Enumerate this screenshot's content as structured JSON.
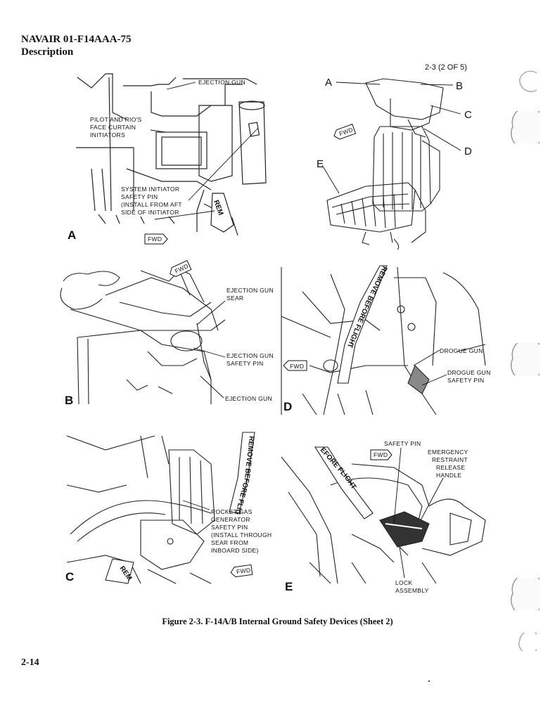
{
  "header": {
    "doc_id": "NAVAIR 01-F14AAA-75",
    "section": "Description"
  },
  "sheet_ref": "2-3 (2 OF 5)",
  "panels": {
    "A": {
      "letter": "A",
      "labels": {
        "ejection_gun": "EJECTION GUN",
        "face_curtain": [
          "PILOT AND RIO'S",
          "FACE CURTAIN",
          "INITIATORS"
        ],
        "system_initiator": [
          "SYSTEM INITIATOR",
          "SAFETY PIN",
          "(INSTALL FROM AFT",
          "SIDE OF INITIATOR"
        ],
        "tag": "REM",
        "fwd": "FWD"
      }
    },
    "seat": {
      "letters": {
        "A": "A",
        "B": "B",
        "C": "C",
        "D": "D",
        "E": "E"
      },
      "fwd": "FWD"
    },
    "B": {
      "letter": "B",
      "labels": {
        "sear": [
          "EJECTION GUN",
          "SEAR"
        ],
        "safety_pin": [
          "EJECTION GUN",
          "SAFETY PIN"
        ],
        "gun": "EJECTION GUN",
        "fwd": "FWD"
      }
    },
    "D": {
      "letter": "D",
      "labels": {
        "drogue_gun": "DROGUE GUN",
        "drogue_pin": [
          "DROGUE GUN",
          "SAFETY PIN"
        ],
        "remove_band": "REMOVE BEFORE FLIGHT",
        "fwd": "FWD"
      }
    },
    "C": {
      "letter": "C",
      "labels": {
        "rocket": [
          "ROCKET GAS",
          "GENERATOR",
          "SAFETY PIN",
          "(INSTALL THROUGH",
          "SEAR FROM",
          "INBOARD SIDE)"
        ],
        "band": "REMOVE BEFORE FLIGHT",
        "tag": "REM",
        "fwd": "FWD"
      }
    },
    "E": {
      "letter": "E",
      "labels": {
        "safety_pin": "SAFETY PIN",
        "emergency": [
          "EMERGENCY",
          "RESTRAINT",
          "RELEASE",
          "HANDLE"
        ],
        "lock": [
          "LOCK",
          "ASSEMBLY"
        ],
        "band": "EFORE FLIGHT",
        "fwd": "FWD"
      }
    }
  },
  "caption": "Figure 2-3. F-14A/B Internal Ground Safety Devices (Sheet 2)",
  "page_number": "2-14"
}
